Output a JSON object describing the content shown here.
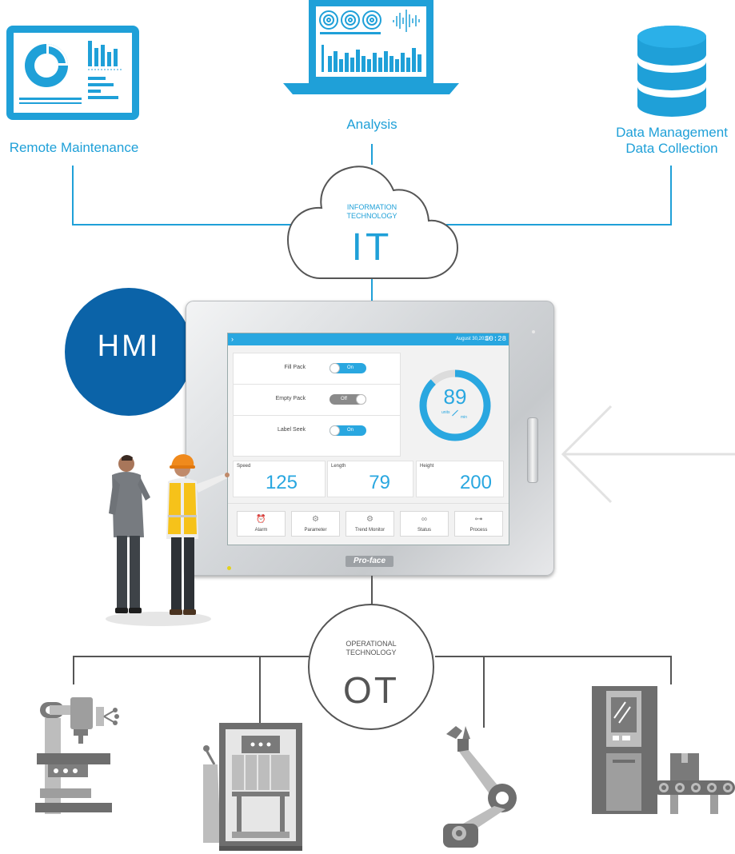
{
  "labels": {
    "remote_maintenance": "Remote Maintenance",
    "analysis": "Analysis",
    "data_management": "Data Management",
    "data_collection": "Data Collection",
    "it_caption": "INFORMATION TECHNOLOGY",
    "it": "IT",
    "hmi": "HMI",
    "ot_caption": "OPERATIONAL TECHNOLOGY",
    "ot": "OT",
    "brand": "Pro-face"
  },
  "screen": {
    "date": "August 30,2019",
    "time": "10:28",
    "toggles": [
      {
        "label": "Fill Pack",
        "state": "On"
      },
      {
        "label": "Empty Pack",
        "state": "Off"
      },
      {
        "label": "Label Seek",
        "state": "On"
      }
    ],
    "gauge": {
      "value": "89",
      "unit_top": "units",
      "unit_bottom": "min"
    },
    "metrics": [
      {
        "label": "Speed",
        "value": "125"
      },
      {
        "label": "Length",
        "value": "79"
      },
      {
        "label": "Height",
        "value": "200"
      }
    ],
    "buttons": [
      {
        "label": "Alarm",
        "icon": "alarm-clock-icon"
      },
      {
        "label": "Parameter",
        "icon": "gears-icon"
      },
      {
        "label": "Trend Monitor",
        "icon": "trend-gear-icon"
      },
      {
        "label": "Status",
        "icon": "binoculars-icon"
      },
      {
        "label": "Process",
        "icon": "process-flow-icon"
      }
    ]
  },
  "colors": {
    "accent": "#1fa0d8",
    "hmi_circle": "#0b63a8",
    "line_gray": "#555555",
    "machine_gray": "#8f8f8f"
  }
}
